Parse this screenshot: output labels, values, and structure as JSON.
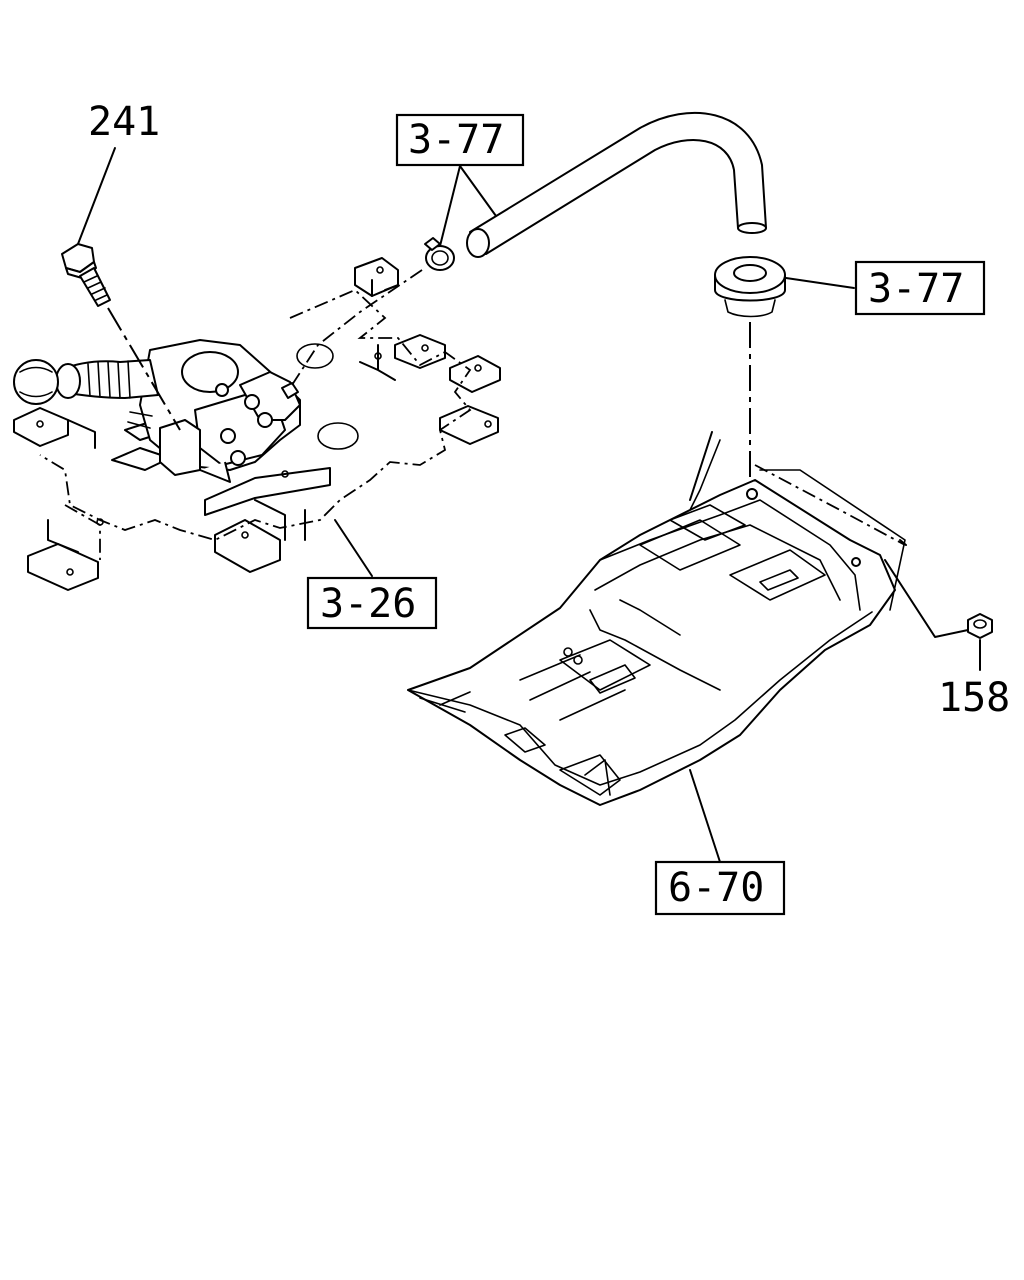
{
  "callouts": {
    "c241": "241",
    "c377_top": "3-77",
    "c377_right": "3-77",
    "c326": "3-26",
    "c158": "158",
    "c670": "6-70"
  }
}
